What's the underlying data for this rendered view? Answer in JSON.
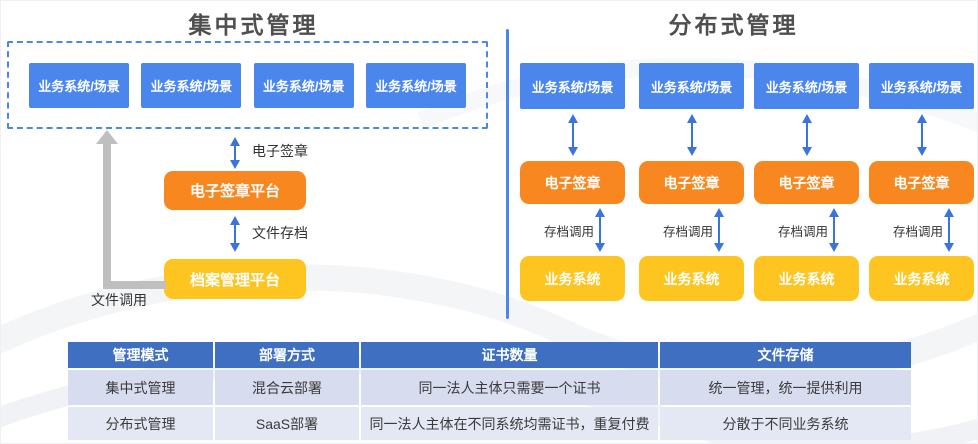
{
  "left": {
    "title": "集中式管理",
    "scene_boxes": [
      "业务系统/场景",
      "业务系统/场景",
      "业务系统/场景",
      "业务系统/场景"
    ],
    "esign_label": "电子签章",
    "esign_platform": "电子签章平台",
    "archive_label": "文件存档",
    "archive_platform": "档案管理平台",
    "file_call_label": "文件调用"
  },
  "right": {
    "title": "分布式管理",
    "columns": [
      {
        "scene": "业务系统/场景",
        "esign": "电子签章",
        "archive_call": "存档调用",
        "system": "业务系统"
      },
      {
        "scene": "业务系统/场景",
        "esign": "电子签章",
        "archive_call": "存档调用",
        "system": "业务系统"
      },
      {
        "scene": "业务系统/场景",
        "esign": "电子签章",
        "archive_call": "存档调用",
        "system": "业务系统"
      },
      {
        "scene": "业务系统/场景",
        "esign": "电子签章",
        "archive_call": "存档调用",
        "system": "业务系统"
      }
    ]
  },
  "table": {
    "headers": [
      "管理模式",
      "部署方式",
      "证书数量",
      "文件存储"
    ],
    "rows": [
      [
        "集中式管理",
        "混合云部署",
        "同一法人主体只需要一个证书",
        "统一管理，统一提供利用"
      ],
      [
        "分布式管理",
        "SaaS部署",
        "同一法人主体在不同系统均需证书，重复付费",
        "分散于不同业务系统"
      ]
    ]
  },
  "colors": {
    "scene_box_blue": "#4a86ec",
    "esign_orange": "#f8871f",
    "system_yellow": "#fec521",
    "arrow_blue": "#3b74dd",
    "return_arrow_gray": "#bfbfbf",
    "divider_blue": "#4a86ec",
    "table_header_blue": "#3f6fc1",
    "table_row1_bg": "#d7ddee",
    "table_row2_bg": "#e4e8f4",
    "title_gray": "#4f4f4f"
  }
}
